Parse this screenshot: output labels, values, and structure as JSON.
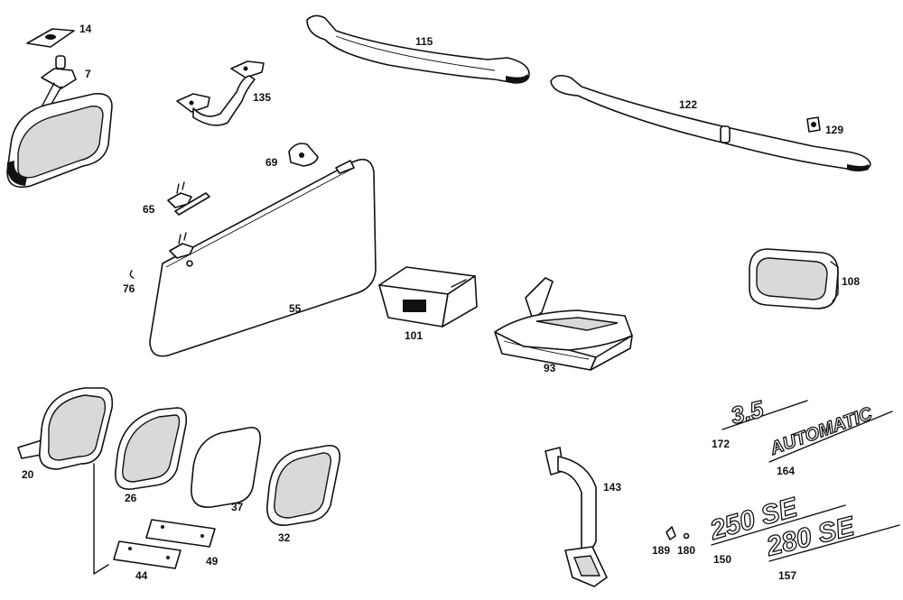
{
  "parts": [
    {
      "id": "p14",
      "number": "14"
    },
    {
      "id": "p7",
      "number": "7"
    },
    {
      "id": "p115",
      "number": "115"
    },
    {
      "id": "p135",
      "number": "135"
    },
    {
      "id": "p122",
      "number": "122"
    },
    {
      "id": "p129",
      "number": "129"
    },
    {
      "id": "p69",
      "number": "69"
    },
    {
      "id": "p65",
      "number": "65"
    },
    {
      "id": "p76",
      "number": "76"
    },
    {
      "id": "p55",
      "number": "55"
    },
    {
      "id": "p108",
      "number": "108"
    },
    {
      "id": "p101",
      "number": "101"
    },
    {
      "id": "p93",
      "number": "93"
    },
    {
      "id": "p172",
      "number": "172"
    },
    {
      "id": "p164",
      "number": "164"
    },
    {
      "id": "p20",
      "number": "20"
    },
    {
      "id": "p26",
      "number": "26"
    },
    {
      "id": "p37",
      "number": "37"
    },
    {
      "id": "p143",
      "number": "143"
    },
    {
      "id": "p32",
      "number": "32"
    },
    {
      "id": "p49",
      "number": "49"
    },
    {
      "id": "p44",
      "number": "44"
    },
    {
      "id": "p189",
      "number": "189"
    },
    {
      "id": "p180",
      "number": "180"
    },
    {
      "id": "p150",
      "number": "150"
    },
    {
      "id": "p157",
      "number": "157"
    }
  ],
  "badges": {
    "b35": "3.5",
    "bautomatic": "AUTOMATIC",
    "b250": "250 SE",
    "b280": "280 SE"
  }
}
